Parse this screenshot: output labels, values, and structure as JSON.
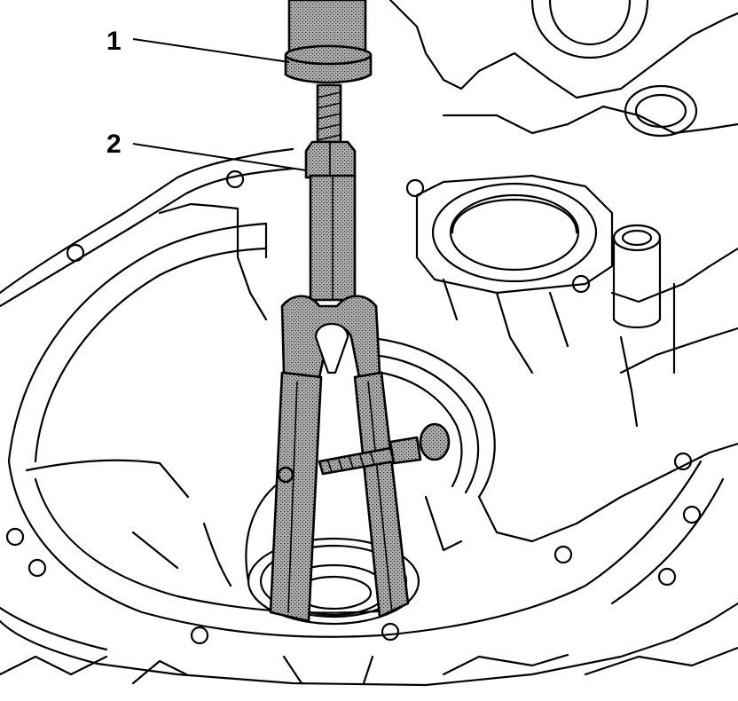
{
  "callouts": [
    {
      "id": "1",
      "label": "1"
    },
    {
      "id": "2",
      "label": "2"
    }
  ],
  "colors": {
    "line": "#000000",
    "background": "#ffffff",
    "tool_shading": "#9a9a9a"
  }
}
